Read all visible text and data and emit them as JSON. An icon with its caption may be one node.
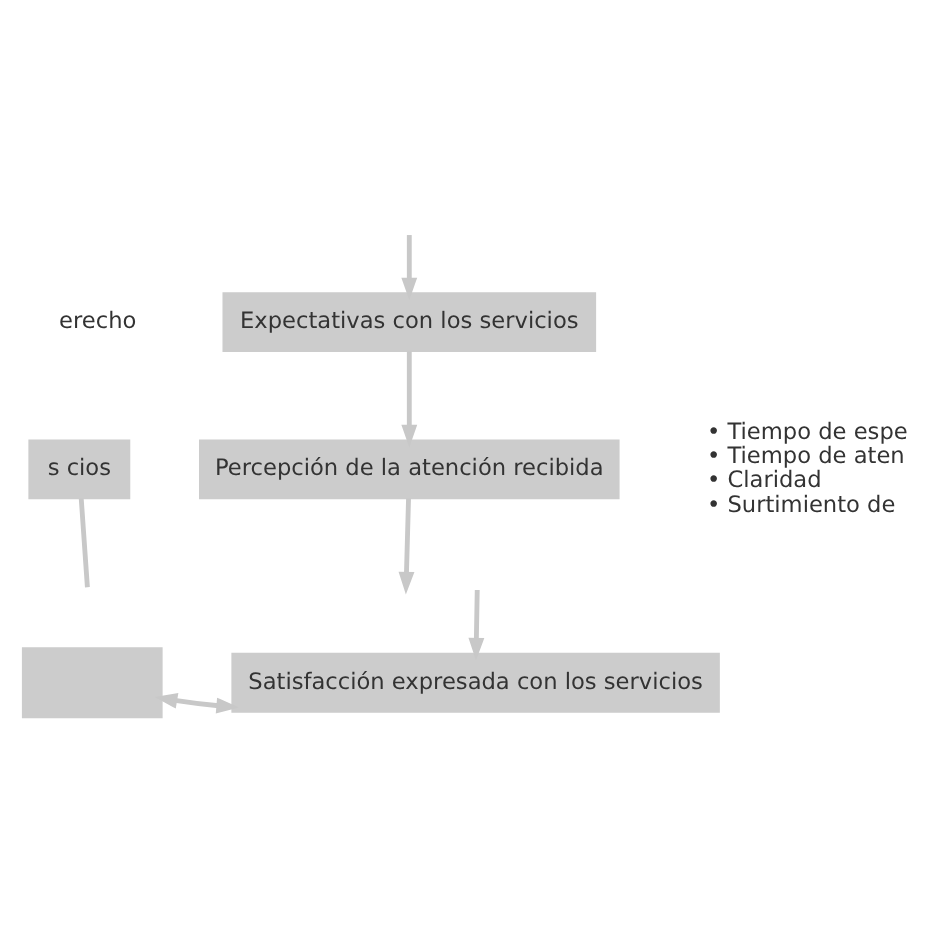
{
  "diagram": {
    "nodes": [
      {
        "text": [
          "Expectativas con los servicios"
        ],
        "beside": [
          "erecho"
        ]
      },
      {
        "text": [
          "Percepción de la atención recibida"
        ],
        "beside": [
          "• Tiempo de espe",
          "• Tiempo de aten",
          "• Claridad",
          "• Surtimiento de"
        ]
      },
      {
        "text": [
          "s cios"
        ]
      },
      {
        "text": [],
        "shape": "box"
      },
      {
        "text": [
          "Satisfacción expresada con los servicios"
        ]
      }
    ],
    "edges": [
      {
        "from": null,
        "to": 0,
        "arrow": "to"
      },
      {
        "from": 0,
        "to": 1,
        "arrow": "to"
      },
      {
        "from": 1,
        "to": null,
        "arrow": "to"
      },
      {
        "from": 2,
        "to": null,
        "arrow": "none"
      },
      {
        "from": 3,
        "to": 4,
        "arrow": "both"
      },
      {
        "from": null,
        "to": 4,
        "arrow": "to"
      }
    ]
  }
}
